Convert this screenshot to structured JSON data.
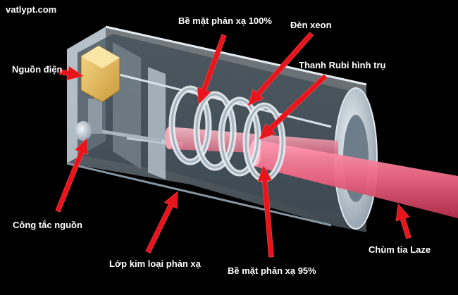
{
  "site": "vatlypt.com",
  "labels": {
    "power_source": "Nguồn điện",
    "mirror_100": "Bề mặt phản xạ 100%",
    "xenon_lamp": "Đèn xeon",
    "ruby_rod": "Thanh Rubi hình trụ",
    "power_switch": "Công tắc nguồn",
    "reflective_layer": "Lớp kim loại phản xạ",
    "mirror_95": "Bề mặt phản xạ 95%",
    "laser_beam": "Chùm tia Laze"
  },
  "colors": {
    "arrow": "#e8141c",
    "beam": "#f06080",
    "housing": "#9fb2bf",
    "power_box": "#e8c060"
  }
}
